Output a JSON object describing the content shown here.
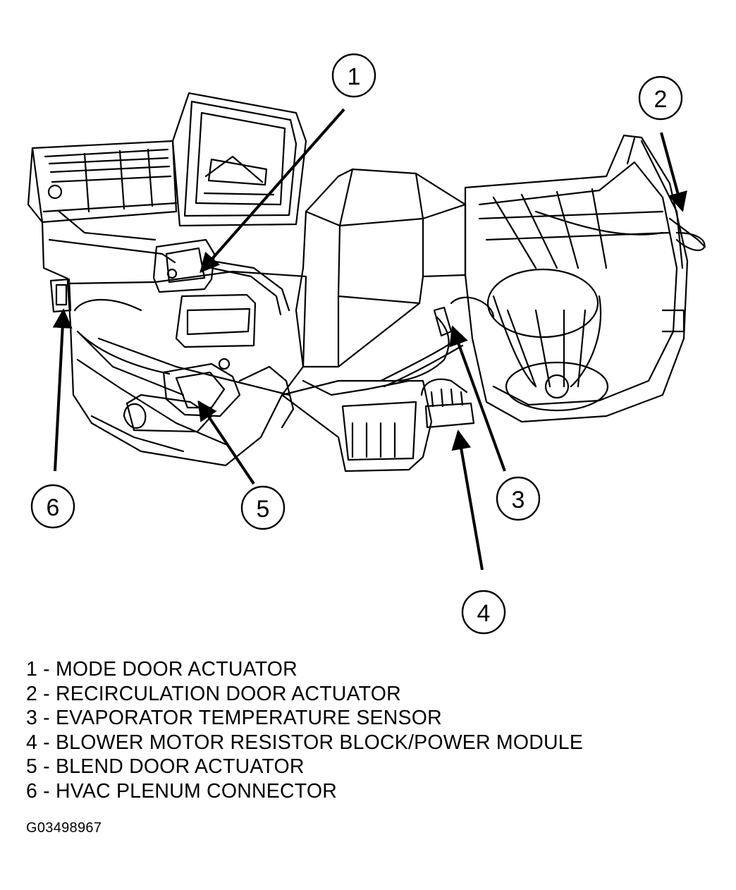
{
  "callouts": [
    {
      "id": "1",
      "label": "1"
    },
    {
      "id": "2",
      "label": "2"
    },
    {
      "id": "3",
      "label": "3"
    },
    {
      "id": "4",
      "label": "4"
    },
    {
      "id": "5",
      "label": "5"
    },
    {
      "id": "6",
      "label": "6"
    }
  ],
  "legend": [
    {
      "number": "1",
      "text": "1 - MODE DOOR ACTUATOR"
    },
    {
      "number": "2",
      "text": "2 - RECIRCULATION DOOR ACTUATOR"
    },
    {
      "number": "3",
      "text": "3 - EVAPORATOR TEMPERATURE SENSOR"
    },
    {
      "number": "4",
      "text": "4 - BLOWER MOTOR RESISTOR BLOCK/POWER MODULE"
    },
    {
      "number": "5",
      "text": "5 - BLEND DOOR ACTUATOR"
    },
    {
      "number": "6",
      "text": "6 - HVAC PLENUM CONNECTOR"
    }
  ],
  "figure_id": "G03498967",
  "colors": {
    "ink": "#000000",
    "paper": "#ffffff"
  }
}
